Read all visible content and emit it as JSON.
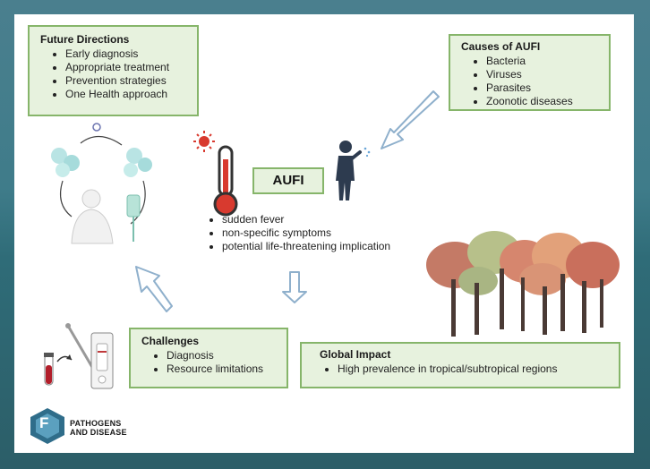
{
  "future": {
    "title": "Future Directions",
    "items": [
      "Early diagnosis",
      "Appropriate treatment",
      "Prevention strategies",
      "One Health approach"
    ]
  },
  "causes": {
    "title": "Causes of AUFI",
    "items": [
      "Bacteria",
      "Viruses",
      "Parasites",
      "Zoonotic diseases"
    ]
  },
  "center": {
    "label": "AUFI",
    "symptoms": [
      "sudden fever",
      "non-specific symptoms",
      "potential life-threatening implication"
    ]
  },
  "challenges": {
    "title": "Challenges",
    "items": [
      "Diagnosis",
      "Resource limitations"
    ]
  },
  "impact": {
    "title": "Global Impact",
    "items": [
      "High prevalence in tropical/subtropical regions"
    ]
  },
  "logo": {
    "line1": "PATHOGENS",
    "line2": "AND DISEASE",
    "letter": "F"
  },
  "colors": {
    "box_fill": "#e7f2de",
    "box_border": "#86b56a",
    "arrow": "#8fb0cc",
    "thermo_red": "#d83a2f"
  }
}
